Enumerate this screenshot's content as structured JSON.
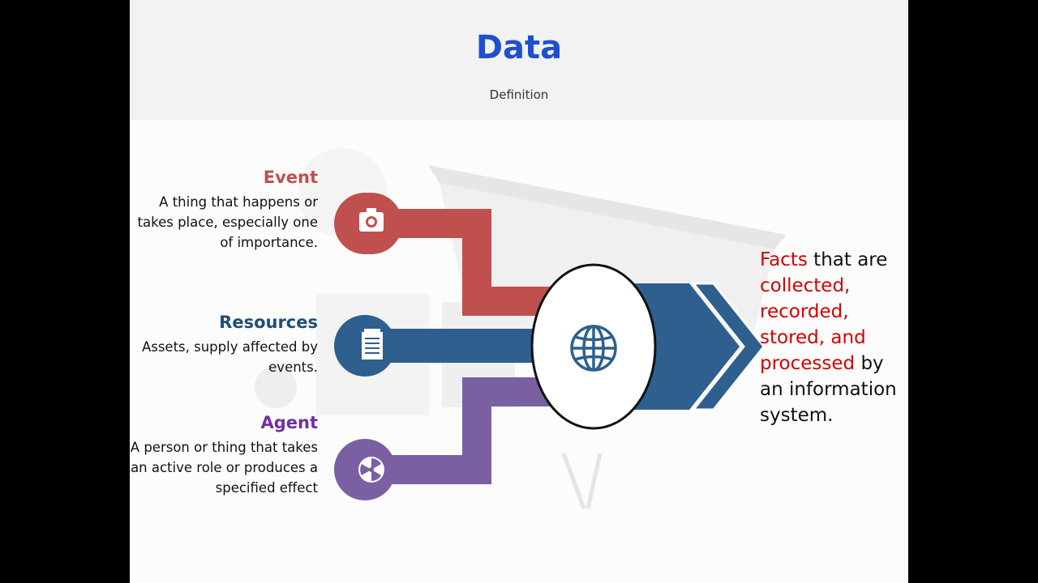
{
  "header": {
    "title": "Data",
    "subtitle": "Definition"
  },
  "items": [
    {
      "heading": "Event",
      "color": "#c0504d",
      "icon": "camera-icon",
      "description": "A thing that happens or takes place, especially one of importance."
    },
    {
      "heading": "Resources",
      "color": "#2e5f8f",
      "icon": "notepad-icon",
      "description": "Assets, supply affected by events."
    },
    {
      "heading": "Agent",
      "color": "#7b5fa3",
      "icon": "radiation-icon",
      "description": "A person or thing that takes an active role or produces a specified effect"
    }
  ],
  "center": {
    "icon": "globe-icon",
    "color": "#2e5f8f"
  },
  "summary": {
    "part1_red": "Facts",
    "part2": " that are ",
    "part3_red": "collected, recorded, stored, and processed",
    "part4": " by an information system."
  }
}
